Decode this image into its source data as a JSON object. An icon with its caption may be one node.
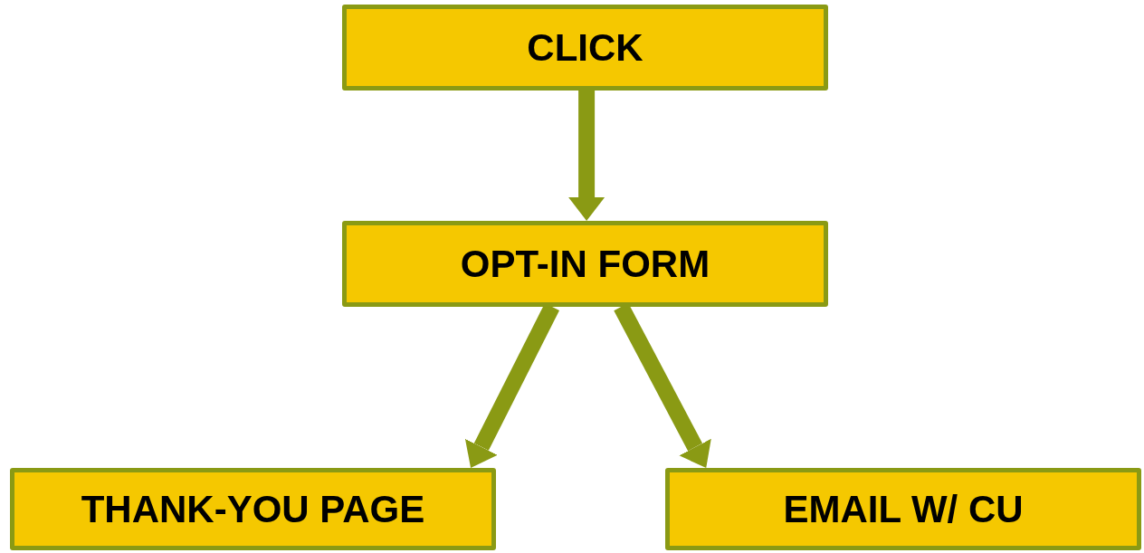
{
  "diagram": {
    "nodes": [
      {
        "text": [
          "CLICK"
        ]
      },
      {
        "text": [
          "OPT-IN FORM"
        ]
      },
      {
        "text": [
          "THANK-YOU PAGE"
        ]
      },
      {
        "text": [
          "EMAIL W/ CU"
        ]
      }
    ],
    "edges": [
      {
        "from": 0,
        "to": 1,
        "arrow": "to"
      },
      {
        "from": 1,
        "to": 2,
        "arrow": "to"
      },
      {
        "from": 1,
        "to": 3,
        "arrow": "to"
      }
    ]
  }
}
